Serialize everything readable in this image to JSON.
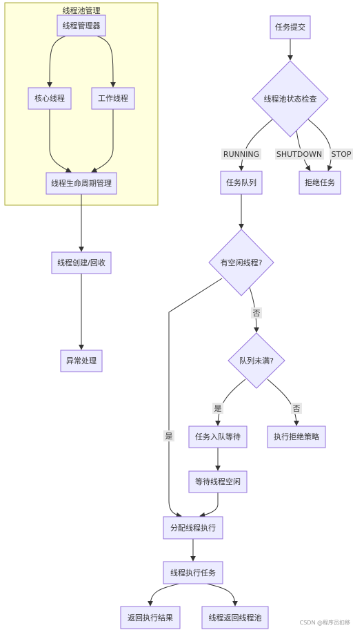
{
  "cluster": {
    "title": "线程池管理"
  },
  "nodes": {
    "manager": "线程管理器",
    "core": "核心线程",
    "worker": "工作线程",
    "lifecycle": "线程生命周期管理",
    "create_recycle": "线程创建/回收",
    "exception": "异常处理",
    "submit": "任务提交",
    "status_check": "线程池状态检查",
    "queue": "任务队列",
    "reject": "拒绝任务",
    "idle": "有空闲线程?",
    "queue_full": "队列未满?",
    "enqueue": "任务入队等待",
    "reject_policy": "执行拒绝策略",
    "wait_idle": "等待线程空闲",
    "dispatch": "分配线程执行",
    "execute": "线程执行任务",
    "return_result": "返回执行结果",
    "return_thread": "线程返回线程池"
  },
  "edge_labels": {
    "running": "RUNNING",
    "shutdown": "SHUTDOWN",
    "stop": "STOP",
    "no1": "否",
    "yes1": "是",
    "yes2": "是",
    "no2": "否"
  },
  "watermark": "CSDN @程序员扣移"
}
